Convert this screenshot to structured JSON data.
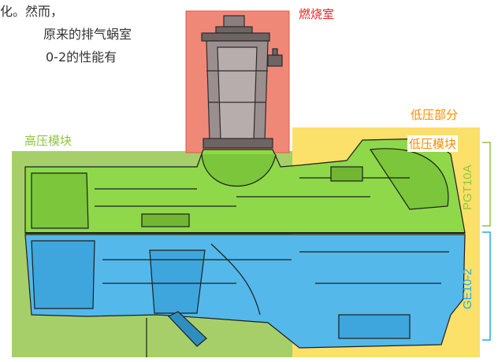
{
  "paragraph_lines": [
    "化。然而，",
    "原来的排气蜗室",
    "0-2的性能有"
  ],
  "labels": {
    "combustor": "燃烧室",
    "high_pressure_module": "高压模块",
    "low_pressure_section": "低压部分",
    "low_pressure_module": "低压模块",
    "pgt10a": "PGT10A",
    "ge10_2": "GE10-2"
  },
  "colors": {
    "combustor_box": "#f08878",
    "high_pressure_region": "#a6cf6a",
    "low_pressure_region": "#fbe06a",
    "pgt10a_overlay": "#8ed84a",
    "ge10_2_overlay": "#54b8ea",
    "combustor_label": "#ec2424",
    "high_pressure_label": "#8ec63f",
    "low_pressure_label": "#ff8a00",
    "pgt10a_label": "#8ec63f",
    "ge10_2_label": "#27a9e1"
  }
}
